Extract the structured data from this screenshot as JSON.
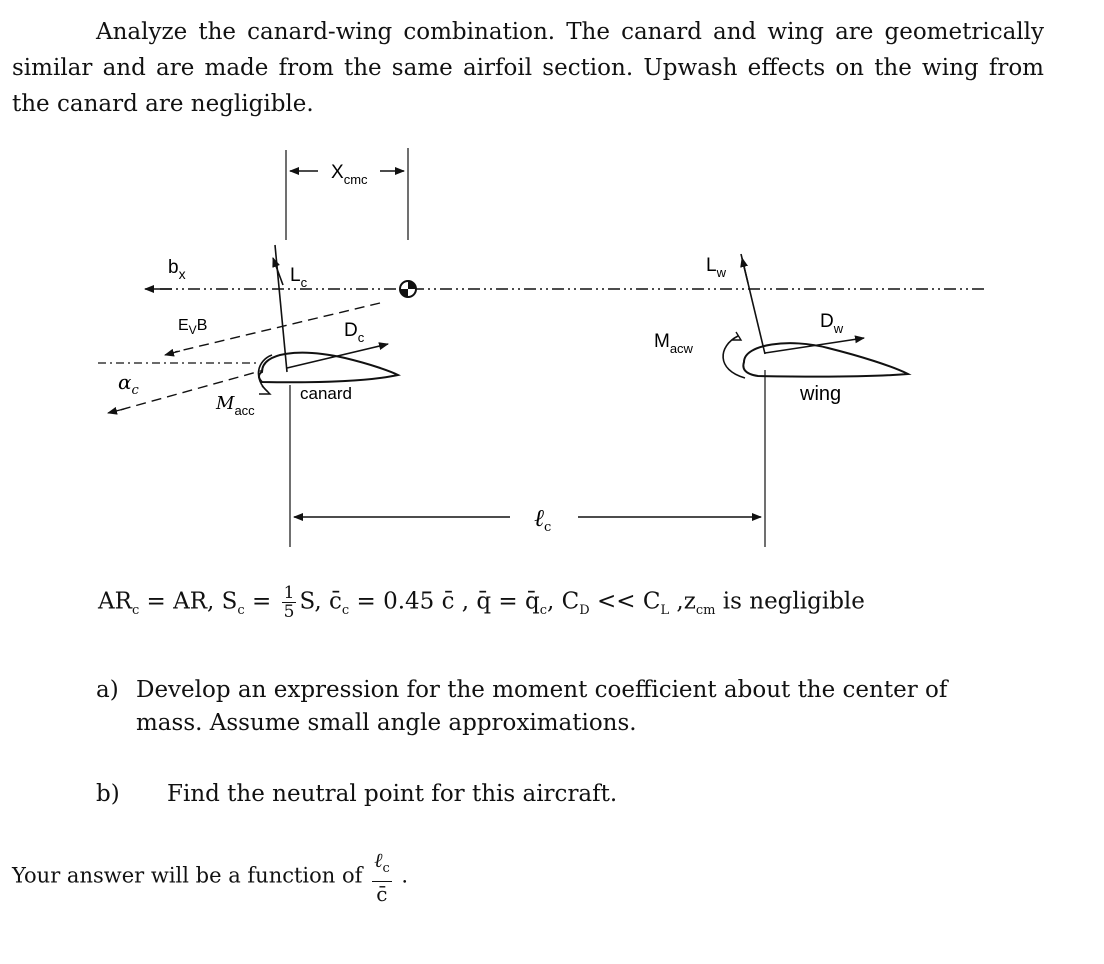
{
  "problem_statement": "Analyze the canard-wing combination. The canard and wing are geometrically similar and are made from the same airfoil section. Upwash effects on the wing from the canard are negligible.",
  "diagram_labels": {
    "xcm": "X",
    "xcm_sub": "cmc",
    "bx": "b",
    "bx_sub": "x",
    "lc": "L",
    "lc_sub": "c",
    "lw": "L",
    "lw_sub": "w",
    "evb": "E",
    "evb_sub": "V",
    "evb_tail": "B",
    "dc": "D",
    "dc_sub": "c",
    "dw": "D",
    "dw_sub": "w",
    "macw": "M",
    "macw_sub": "acw",
    "alpha": "α",
    "alpha_sub": "c",
    "macc": "M",
    "macc_sub": "acc",
    "canard": "canard",
    "wing": "wing",
    "lc_dist": "ℓ",
    "lc_dist_sub": "c"
  },
  "given": {
    "ar_left": "AR",
    "c_sub": "c",
    "eq1": " = AR, S",
    "eq2": " = ",
    "frac_num": "1",
    "frac_den": "5",
    "eq3": "S, c̄",
    "eq4": " = 0.45 c̄ , q̄ = q̄",
    "eq5": ", C",
    "cd_sub": "D",
    "eq6": " << C",
    "cl_sub": "L",
    "eq7": " ,z",
    "zcm_sub": "cm",
    "eq8": " is negligible"
  },
  "questions": [
    {
      "label": "a)",
      "text": "Develop an expression for the moment coefficient about the center of mass. Assume small angle approximations."
    },
    {
      "label": "b)",
      "text": "Find the neutral point for this aircraft."
    }
  ],
  "answer": {
    "text": "Your answer will be a function of",
    "num": "ℓ",
    "num_sub": "c",
    "den": "c̄",
    "tail": "."
  }
}
